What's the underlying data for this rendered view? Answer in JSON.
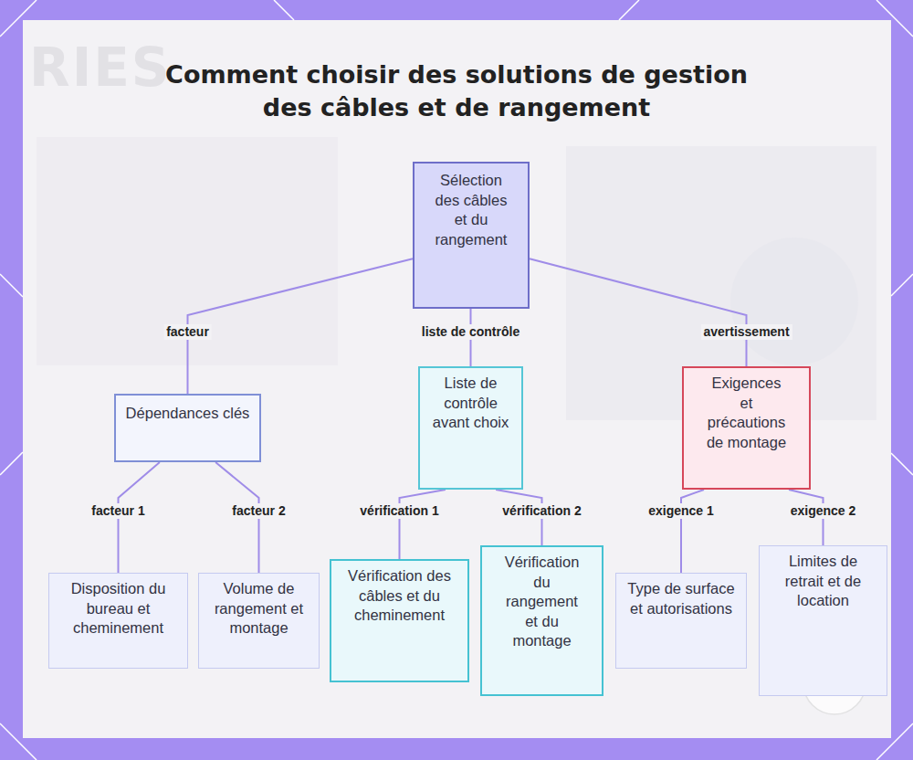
{
  "diagram": {
    "title": "Comment choisir des solutions de gestion des câbles et de rangement",
    "nodes": [
      {
        "text": [
          "Sélection des câbles et du rangement"
        ]
      },
      {
        "text": [
          "Dépendances clés"
        ]
      },
      {
        "text": [
          "Liste de contrôle avant choix"
        ]
      },
      {
        "text": [
          "Exigences et précautions de montage"
        ]
      },
      {
        "text": [
          "Disposition du bureau et cheminement"
        ]
      },
      {
        "text": [
          "Volume de rangement et montage"
        ]
      },
      {
        "text": [
          "Vérification des câbles et du cheminement"
        ]
      },
      {
        "text": [
          "Vérification du rangement et du montage"
        ]
      },
      {
        "text": [
          "Type de surface et autorisations"
        ]
      },
      {
        "text": [
          "Limites de retrait et de location"
        ]
      }
    ],
    "edges": [
      {
        "from": 0,
        "to": 1,
        "label": "facteur",
        "arrow": "none"
      },
      {
        "from": 0,
        "to": 2,
        "label": "liste de contrôle",
        "arrow": "none"
      },
      {
        "from": 0,
        "to": 3,
        "label": "avertissement",
        "arrow": "none"
      },
      {
        "from": 1,
        "to": 4,
        "label": "facteur 1",
        "arrow": "none"
      },
      {
        "from": 1,
        "to": 5,
        "label": "facteur 2",
        "arrow": "none"
      },
      {
        "from": 2,
        "to": 6,
        "label": "vérification 1",
        "arrow": "none"
      },
      {
        "from": 2,
        "to": 7,
        "label": "vérification 2",
        "arrow": "none"
      },
      {
        "from": 3,
        "to": 8,
        "label": "exigence 1",
        "arrow": "none"
      },
      {
        "from": 3,
        "to": 9,
        "label": "exigence 2",
        "arrow": "none"
      }
    ],
    "labels": [
      "RIES"
    ]
  }
}
